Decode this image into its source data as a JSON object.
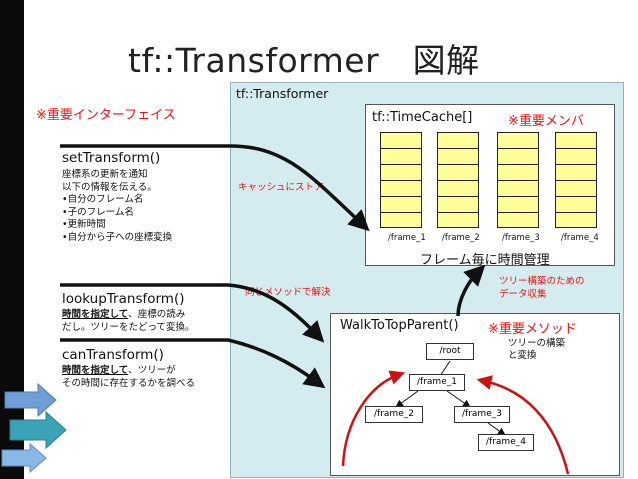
{
  "slide": {
    "title": "tf::Transformer　図解"
  },
  "panel": {
    "label": "tf::Transformer"
  },
  "interface_heading": "※重要インターフェイス",
  "time_cache": {
    "title": "tf::TimeCache[]",
    "mark": "※重要メンバ",
    "frames": [
      "/frame_1",
      "/frame_2",
      "/frame_3",
      "/frame_4"
    ],
    "caption": "フレーム毎に時間管理"
  },
  "notes": {
    "cache_store": "キャッシュにストア",
    "same_method": "同じメソッドで解決",
    "tree_collect_1": "ツリー構築のための",
    "tree_collect_2": "データ収集"
  },
  "methods": {
    "set_transform": {
      "name": "setTransform()",
      "lines": [
        "座標系の更新を通知",
        "以下の情報を伝える。",
        "•自分のフレーム名",
        "•子のフレーム名",
        "•更新時間",
        "•自分から子への座標変換"
      ]
    },
    "lookup_transform": {
      "name": "lookupTransform()",
      "bold": "時間を指定して",
      "rest1": "、座標の読み",
      "line2": "だし。ツリーをたどって変換。"
    },
    "can_transform": {
      "name": "canTransform()",
      "bold": "時間を指定して",
      "rest1": "、ツリーが",
      "line2": "その時間に存在するかを調べる"
    }
  },
  "walk": {
    "title": "WalkToTopParent()",
    "mark": "※重要メソッド",
    "note_1": "ツリーの構築",
    "note_2": "と変換",
    "nodes": {
      "root": "/root",
      "frame_1": "/frame_1",
      "frame_2": "/frame_2",
      "frame_3": "/frame_3",
      "frame_4": "/frame_4"
    }
  },
  "colors": {
    "accent_red": "#ee1111",
    "panel_bg": "#d4ecef",
    "stack_fill": "#ffff99",
    "decor_blue": "#6f9fd6"
  }
}
